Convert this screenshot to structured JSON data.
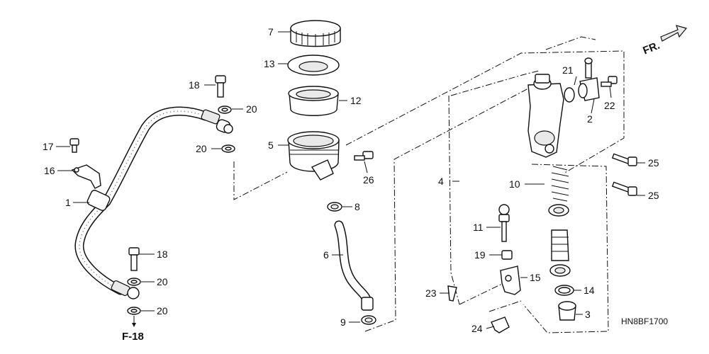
{
  "diagram_code": "HN8BF1700",
  "direction_label": "FR.",
  "reference_label": "F-18",
  "callouts": {
    "c1": "1",
    "c2": "2",
    "c3": "3",
    "c4": "4",
    "c5": "5",
    "c6": "6",
    "c7": "7",
    "c8": "8",
    "c9": "9",
    "c10": "10",
    "c11": "11",
    "c12": "12",
    "c13": "13",
    "c14": "14",
    "c15": "15",
    "c16": "16",
    "c17": "17",
    "c18": "18",
    "c19": "19",
    "c20": "20",
    "c21": "21",
    "c22": "22",
    "c23": "23",
    "c24": "24",
    "c25": "25",
    "c26": "26"
  }
}
